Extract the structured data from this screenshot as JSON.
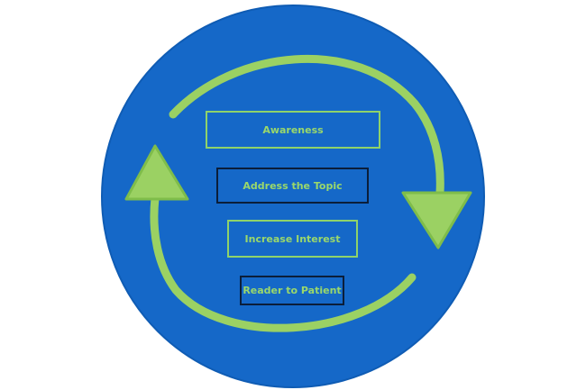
{
  "colors": {
    "circle_fill": "#1568c8",
    "circle_edge": "#0f5cb4",
    "arrow_green": "#9bd163",
    "arrow_edge": "#7fbd4a",
    "label_green": "#9ad86b",
    "box_outline_green": "#8fd36a",
    "box_outline_dark": "#0b1e3a"
  },
  "diagram": {
    "icons": [
      "cycle-arrow-right",
      "cycle-arrow-left"
    ],
    "stages": [
      {
        "label": "Awareness",
        "outline": "green"
      },
      {
        "label": "Address the Topic",
        "outline": "dark"
      },
      {
        "label": "Increase Interest",
        "outline": "green"
      },
      {
        "label": "Reader to Patient",
        "outline": "dark"
      }
    ]
  }
}
